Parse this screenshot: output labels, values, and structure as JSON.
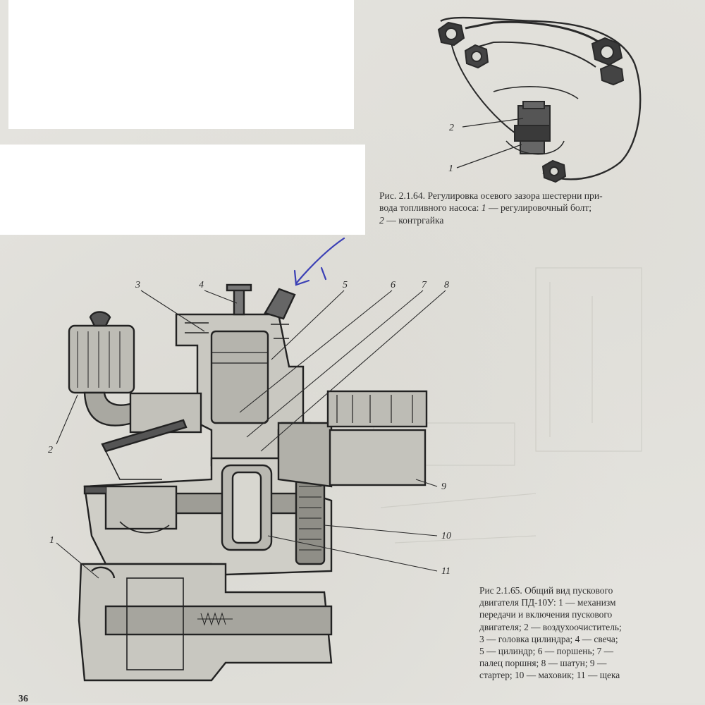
{
  "figure_64": {
    "caption_head": "Рис. 2.1.64. Регулировка осевого зазора шестерни при-",
    "caption_line2": "вода топливного насоса:",
    "caption_item1_num": "1",
    "caption_item1_text": "— регулировочный болт;",
    "caption_item2_num": "2",
    "caption_item2_text": "— контргайка",
    "callouts": [
      "1",
      "2"
    ]
  },
  "figure_65": {
    "caption_lines": [
      "Рис 2.1.65. Общий вид пускового",
      "двигателя ПД-10У: 1 — механизм",
      "передачи и включения пускового",
      "двигателя; 2 — воздухоочиститель;",
      "3 — головка цилиндра; 4 — свеча;",
      "5 — цилиндр; 6 — поршень; 7 —",
      "палец поршня; 8 — шатун; 9 —",
      "стартер; 10 — маховик; 11 — щека"
    ],
    "callouts": [
      "1",
      "2",
      "3",
      "4",
      "5",
      "6",
      "7",
      "8",
      "9",
      "10",
      "11"
    ]
  },
  "page_number": "36",
  "colors": {
    "paper": "#e4e3de",
    "ink": "#2b2b2b",
    "whiteout": "#ffffff",
    "pen_arrow": "#3a3fb5"
  }
}
